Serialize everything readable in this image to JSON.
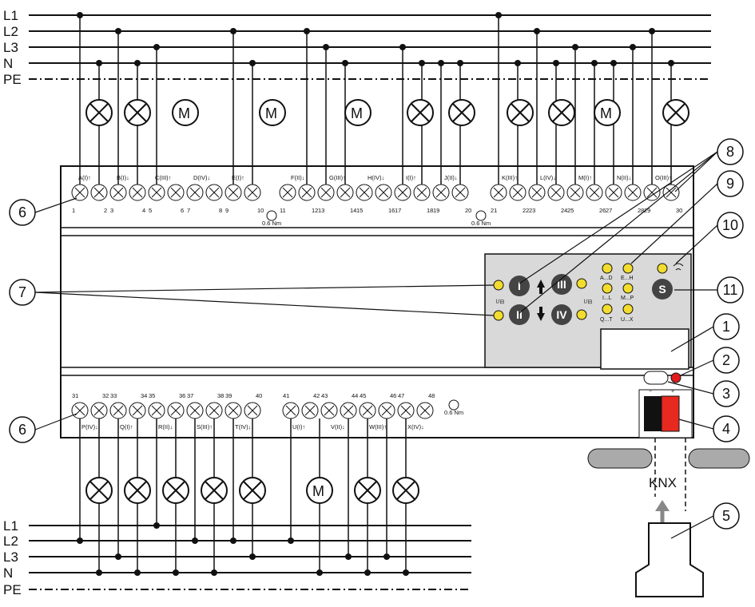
{
  "bus_labels": [
    "L1",
    "L2",
    "L3",
    "N",
    "PE"
  ],
  "top_channels": [
    "A(I)↑",
    "B(I)↓",
    "C(III)↑",
    "D(IV)↓",
    "E(I)↑",
    "F(II)↓",
    "G(III)↑",
    "H(IV)↓",
    "I(I)↑",
    "J(II)↓",
    "K(III)↑",
    "L(IV)↓",
    "M(I)↑",
    "N(II)↓",
    "O(III)↑"
  ],
  "bottom_channels": [
    "P(IV)↓",
    "Q(I)↑",
    "R(II)↓",
    "S(III)↑",
    "T(IV)↓",
    "U(I)↑",
    "V(II)↓",
    "W(III)↑",
    "X(IV)↓"
  ],
  "top_numbers": [
    "1",
    "2",
    "3",
    "4",
    "5",
    "6",
    "7",
    "8",
    "9",
    "10",
    "11",
    "12",
    "13",
    "14",
    "15",
    "16",
    "17",
    "18",
    "19",
    "20",
    "21",
    "22",
    "23",
    "24",
    "25",
    "26",
    "27",
    "28",
    "29",
    "30"
  ],
  "bottom_numbers": [
    "31",
    "32",
    "33",
    "34",
    "35",
    "36",
    "37",
    "38",
    "39",
    "40",
    "41",
    "42",
    "43",
    "44",
    "45",
    "46",
    "47",
    "48"
  ],
  "torque": "0.6 Nm",
  "callouts": [
    "1",
    "2",
    "3",
    "4",
    "5",
    "6",
    "6",
    "7",
    "8",
    "9",
    "10",
    "11"
  ],
  "buttons": [
    "I",
    "II",
    "III",
    "IV",
    "S"
  ],
  "button_symbol": "⌇/⊟",
  "leds": [
    "A...D",
    "E...H",
    "I...L",
    "M...P",
    "Q...T",
    "U...X"
  ],
  "knx_label": "KNX",
  "colors": {
    "line": "#111111",
    "panel": "#d9d9d9",
    "led": "#f2dc2e",
    "led_red": "#e01c1c",
    "button": "#444444",
    "connector_red": "#e8291f"
  }
}
